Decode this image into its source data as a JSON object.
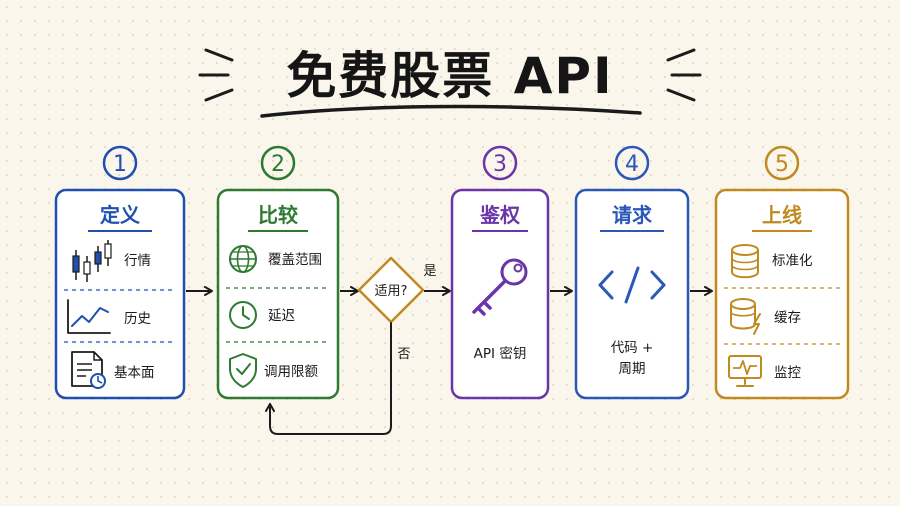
{
  "title": "免费股票 API",
  "colors": {
    "blue": "#1f4fb0",
    "green": "#2f7a32",
    "purple": "#6a35a8",
    "navy": "#2a57b8",
    "gold": "#c08a20",
    "ink": "#1b1b1b"
  },
  "steps": [
    {
      "number": "1",
      "heading": "定义",
      "items": [
        {
          "icon": "candlestick-chart-icon",
          "label": "行情"
        },
        {
          "icon": "line-chart-icon",
          "label": "历史"
        },
        {
          "icon": "document-report-icon",
          "label": "基本面"
        }
      ]
    },
    {
      "number": "2",
      "heading": "比较",
      "items": [
        {
          "icon": "globe-icon",
          "label": "覆盖范围"
        },
        {
          "icon": "clock-icon",
          "label": "延迟"
        },
        {
          "icon": "shield-check-icon",
          "label": "调用限额"
        }
      ]
    },
    {
      "number": "3",
      "heading": "鉴权",
      "icon": "key-icon",
      "label": "API 密钥"
    },
    {
      "number": "4",
      "heading": "请求",
      "icon": "code-brackets-icon",
      "label_lines": [
        "代码 +",
        "周期"
      ]
    },
    {
      "number": "5",
      "heading": "上线",
      "items": [
        {
          "icon": "database-icon",
          "label": "标准化"
        },
        {
          "icon": "database-lightning-icon",
          "label": "缓存"
        },
        {
          "icon": "monitor-pulse-icon",
          "label": "监控"
        }
      ]
    }
  ],
  "decision": {
    "question": "适用?",
    "yes": "是",
    "no": "否"
  }
}
